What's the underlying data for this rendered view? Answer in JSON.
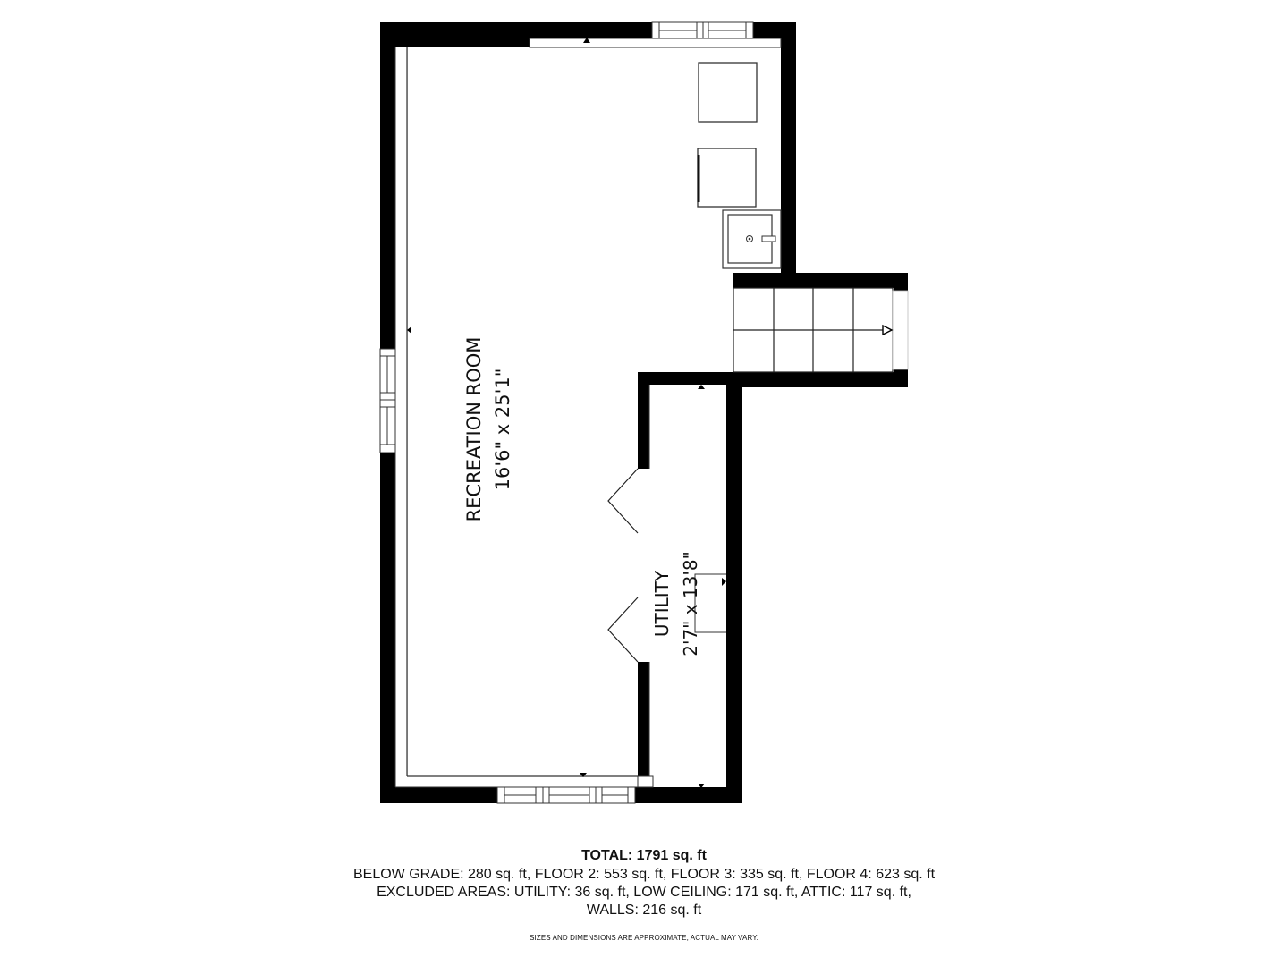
{
  "floor_plan": {
    "rooms": [
      {
        "name": "RECREATION ROOM",
        "dimensions": "16'6\" x 25'1\""
      },
      {
        "name": "UTILITY",
        "dimensions": "2'7\" x 13'8\""
      }
    ],
    "fixtures": [
      "appliance-1",
      "appliance-2",
      "utility-sink",
      "stairs"
    ],
    "colors": {
      "wall": "#000000",
      "background": "#ffffff",
      "line": "#333333"
    }
  },
  "summary": {
    "total": "TOTAL: 1791 sq. ft",
    "line1": "BELOW GRADE: 280 sq. ft, FLOOR 2: 553 sq. ft, FLOOR 3: 335 sq. ft, FLOOR 4: 623 sq. ft",
    "line2": "EXCLUDED AREAS: UTILITY: 36 sq. ft, LOW CEILING: 171 sq. ft, ATTIC: 117 sq. ft,",
    "line3": "WALLS: 216 sq. ft",
    "disclaimer": "SIZES AND DIMENSIONS ARE APPROXIMATE, ACTUAL MAY VARY."
  }
}
